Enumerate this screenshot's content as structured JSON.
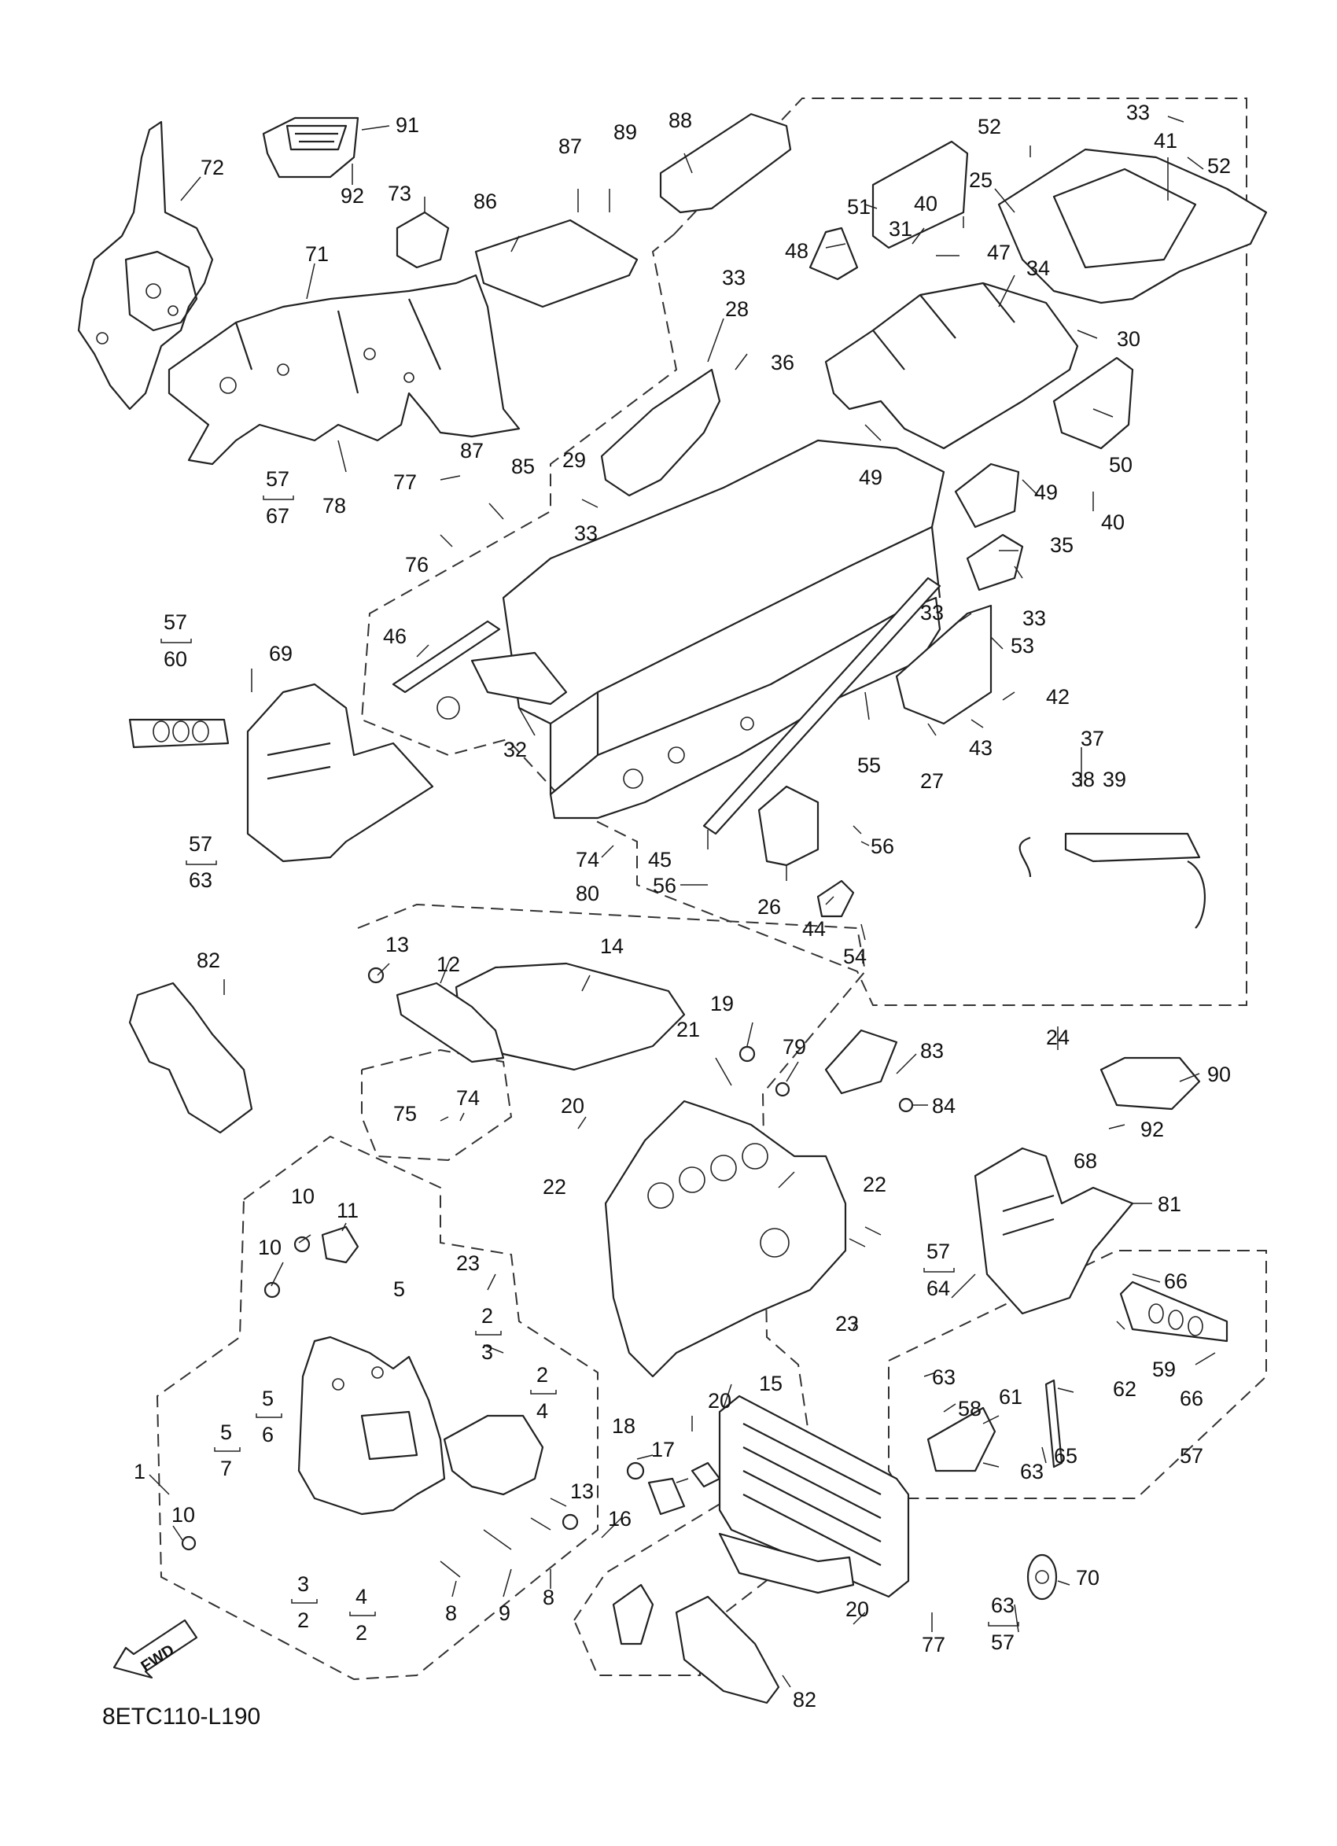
{
  "diagram_code": "8ETC110-L190",
  "fwd_label": "FWD",
  "callouts": [
    {
      "id": "c91",
      "text": "91"
    },
    {
      "id": "c92a",
      "text": "92"
    },
    {
      "id": "c72",
      "text": "72"
    },
    {
      "id": "c71",
      "text": "71"
    },
    {
      "id": "c73",
      "text": "73"
    },
    {
      "id": "c86",
      "text": "86"
    },
    {
      "id": "c87a",
      "text": "87"
    },
    {
      "id": "c89",
      "text": "89"
    },
    {
      "id": "c88",
      "text": "88"
    },
    {
      "id": "c52a",
      "text": "52"
    },
    {
      "id": "c33a",
      "text": "33"
    },
    {
      "id": "c41",
      "text": "41"
    },
    {
      "id": "c52b",
      "text": "52"
    },
    {
      "id": "c25",
      "text": "25"
    },
    {
      "id": "c51",
      "text": "51"
    },
    {
      "id": "c31",
      "text": "31"
    },
    {
      "id": "c40a",
      "text": "40"
    },
    {
      "id": "c48",
      "text": "48"
    },
    {
      "id": "c47",
      "text": "47"
    },
    {
      "id": "c33b",
      "text": "33"
    },
    {
      "id": "c34",
      "text": "34"
    },
    {
      "id": "c30",
      "text": "30"
    },
    {
      "id": "c28",
      "text": "28"
    },
    {
      "id": "c36",
      "text": "36"
    },
    {
      "id": "c49a",
      "text": "49"
    },
    {
      "id": "c50",
      "text": "50"
    },
    {
      "id": "c78",
      "text": "78"
    },
    {
      "id": "c87b",
      "text": "87"
    },
    {
      "id": "c85",
      "text": "85"
    },
    {
      "id": "c77a",
      "text": "77"
    },
    {
      "id": "c29",
      "text": "29"
    },
    {
      "id": "c33c",
      "text": "33"
    },
    {
      "id": "c49b",
      "text": "49"
    },
    {
      "id": "c40b",
      "text": "40"
    },
    {
      "id": "c76",
      "text": "76"
    },
    {
      "id": "c35",
      "text": "35"
    },
    {
      "id": "c33d",
      "text": "33"
    },
    {
      "id": "c46",
      "text": "46"
    },
    {
      "id": "c33e",
      "text": "33"
    },
    {
      "id": "c53",
      "text": "53"
    },
    {
      "id": "c69",
      "text": "69"
    },
    {
      "id": "c32",
      "text": "32"
    },
    {
      "id": "c42",
      "text": "42"
    },
    {
      "id": "c43",
      "text": "43"
    },
    {
      "id": "c27",
      "text": "27"
    },
    {
      "id": "c55",
      "text": "55"
    },
    {
      "id": "c37",
      "text": "37"
    },
    {
      "id": "c38",
      "text": "38"
    },
    {
      "id": "c39",
      "text": "39"
    },
    {
      "id": "c45",
      "text": "45"
    },
    {
      "id": "c56a",
      "text": "56"
    },
    {
      "id": "c74a",
      "text": "74"
    },
    {
      "id": "c80",
      "text": "80"
    },
    {
      "id": "c56b",
      "text": "56"
    },
    {
      "id": "c26",
      "text": "26"
    },
    {
      "id": "c44",
      "text": "44"
    },
    {
      "id": "c54",
      "text": "54"
    },
    {
      "id": "c82a",
      "text": "82"
    },
    {
      "id": "c13a",
      "text": "13"
    },
    {
      "id": "c12",
      "text": "12"
    },
    {
      "id": "c14",
      "text": "14"
    },
    {
      "id": "c19",
      "text": "19"
    },
    {
      "id": "c21",
      "text": "21"
    },
    {
      "id": "c79",
      "text": "79"
    },
    {
      "id": "c83",
      "text": "83"
    },
    {
      "id": "c90",
      "text": "90"
    },
    {
      "id": "c84",
      "text": "84"
    },
    {
      "id": "c92b",
      "text": "92"
    },
    {
      "id": "c24",
      "text": "24"
    },
    {
      "id": "c75",
      "text": "75"
    },
    {
      "id": "c74b",
      "text": "74"
    },
    {
      "id": "c20a",
      "text": "20"
    },
    {
      "id": "c68",
      "text": "68"
    },
    {
      "id": "c81",
      "text": "81"
    },
    {
      "id": "c22a",
      "text": "22"
    },
    {
      "id": "c22b",
      "text": "22"
    },
    {
      "id": "c10a",
      "text": "10"
    },
    {
      "id": "c11",
      "text": "11"
    },
    {
      "id": "c10b",
      "text": "10"
    },
    {
      "id": "c23a",
      "text": "23"
    },
    {
      "id": "c5a",
      "text": "5"
    },
    {
      "id": "c66a",
      "text": "66"
    },
    {
      "id": "c23b",
      "text": "23"
    },
    {
      "id": "c63a",
      "text": "63"
    },
    {
      "id": "c62",
      "text": "62"
    },
    {
      "id": "c58",
      "text": "58"
    },
    {
      "id": "c61",
      "text": "61"
    },
    {
      "id": "c59",
      "text": "59"
    },
    {
      "id": "c66b",
      "text": "66"
    },
    {
      "id": "c65",
      "text": "65"
    },
    {
      "id": "c57f",
      "text": "57"
    },
    {
      "id": "c63b",
      "text": "63"
    },
    {
      "id": "c15",
      "text": "15"
    },
    {
      "id": "c20b",
      "text": "20"
    },
    {
      "id": "c18",
      "text": "18"
    },
    {
      "id": "c17",
      "text": "17"
    },
    {
      "id": "c16",
      "text": "16"
    },
    {
      "id": "c13b",
      "text": "13"
    },
    {
      "id": "c1",
      "text": "1"
    },
    {
      "id": "c10c",
      "text": "10"
    },
    {
      "id": "c8a",
      "text": "8"
    },
    {
      "id": "c9",
      "text": "9"
    },
    {
      "id": "c8b",
      "text": "8"
    },
    {
      "id": "c70",
      "text": "70"
    },
    {
      "id": "c77b",
      "text": "77"
    },
    {
      "id": "c20c",
      "text": "20"
    },
    {
      "id": "c82b",
      "text": "82"
    }
  ],
  "grouped_callouts": [
    {
      "id": "g57-67",
      "top": "57",
      "bottom": "67"
    },
    {
      "id": "g57-60",
      "top": "57",
      "bottom": "60"
    },
    {
      "id": "g57-63a",
      "top": "57",
      "bottom": "63"
    },
    {
      "id": "g2-3a",
      "top": "2",
      "bottom": "3"
    },
    {
      "id": "g2-4a",
      "top": "2",
      "bottom": "4"
    },
    {
      "id": "g5-6",
      "top": "5",
      "bottom": "6"
    },
    {
      "id": "g5-7",
      "top": "5",
      "bottom": "7"
    },
    {
      "id": "g3-2",
      "top": "3",
      "bottom": "2"
    },
    {
      "id": "g4-2",
      "top": "4",
      "bottom": "2"
    },
    {
      "id": "g57-64",
      "top": "57",
      "bottom": "64"
    },
    {
      "id": "g63-57",
      "top": "63",
      "bottom": "57"
    }
  ]
}
